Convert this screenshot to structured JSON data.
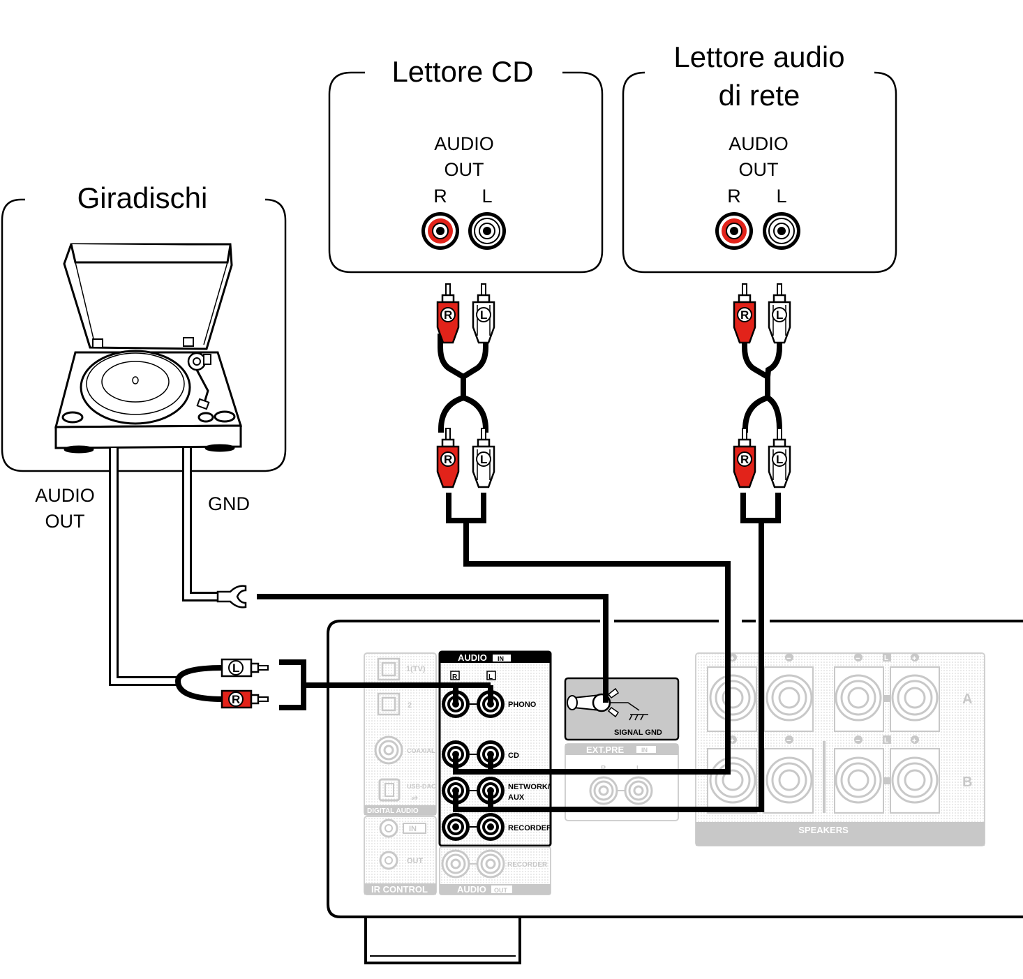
{
  "devices": {
    "turntable": {
      "title": "Giradischi",
      "audio_out_line1": "AUDIO",
      "audio_out_line2": "OUT",
      "gnd": "GND"
    },
    "cd_player": {
      "title": "Lettore CD",
      "line1": "AUDIO",
      "line2": "OUT",
      "r": "R",
      "l": "L"
    },
    "network_player": {
      "title_line1": "Lettore audio",
      "title_line2": "di rete",
      "line1": "AUDIO",
      "line2": "OUT",
      "r": "R",
      "l": "L"
    }
  },
  "plugs": {
    "r": "R",
    "l": "L"
  },
  "amplifier": {
    "audio_in_header": "AUDIO",
    "in_badge": "IN",
    "r": "R",
    "l": "L",
    "phono": "PHONO",
    "cd": "CD",
    "network_line1": "NETWORK/",
    "network_line2": "AUX",
    "recorder": "RECORDER",
    "signal_gnd": "SIGNAL GND",
    "ext_pre": "EXT.PRE",
    "digital_1": "1(TV)",
    "digital_2": "2",
    "coaxial": "COAXIAL",
    "usb_dac": "USB-DAC",
    "digital_audio": "DIGITAL AUDIO",
    "ir_in": "IN",
    "ir_out": "OUT",
    "ir_control": "IR CONTROL",
    "audio_out_header": "AUDIO",
    "out_badge": "OUT",
    "recorder_out": "RECORDER",
    "speakers": "SPEAKERS",
    "speaker_a": "A",
    "speaker_b": "B",
    "minus": "−",
    "plus": "+"
  },
  "colors": {
    "red": "#e2231a",
    "black": "#000000",
    "grey": "#c8c8c8",
    "dark_grey": "#b8b8b8"
  }
}
